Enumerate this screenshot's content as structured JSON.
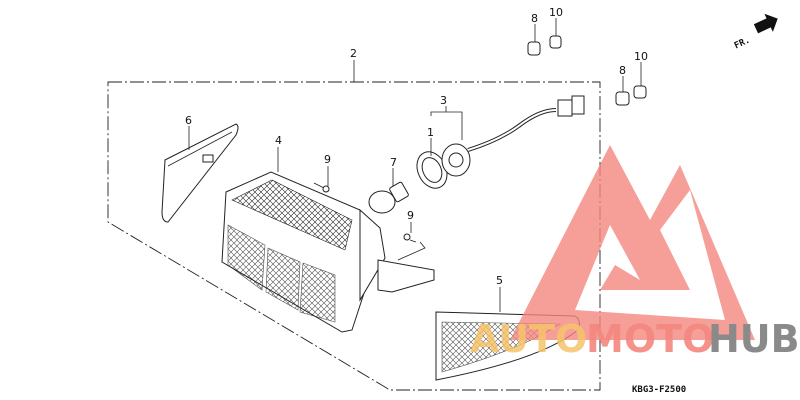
{
  "diagram": {
    "callouts": {
      "c1": "1",
      "c2": "2",
      "c3": "3",
      "c4": "4",
      "c5": "5",
      "c6": "6",
      "c7": "7",
      "c8a": "8",
      "c8b": "8",
      "c9a": "9",
      "c9b": "9",
      "c10a": "10",
      "c10b": "10"
    },
    "direction_label": "FR.",
    "diagram_code": "KBG3-F2500"
  },
  "watermark": {
    "part1": "AUTO",
    "part2": "MOTO",
    "part3": "HUB",
    "colors": {
      "logo": "#f4877f",
      "auto": "#f7c46a",
      "moto": "#f4877f",
      "hub": "#8a8a8a"
    }
  }
}
